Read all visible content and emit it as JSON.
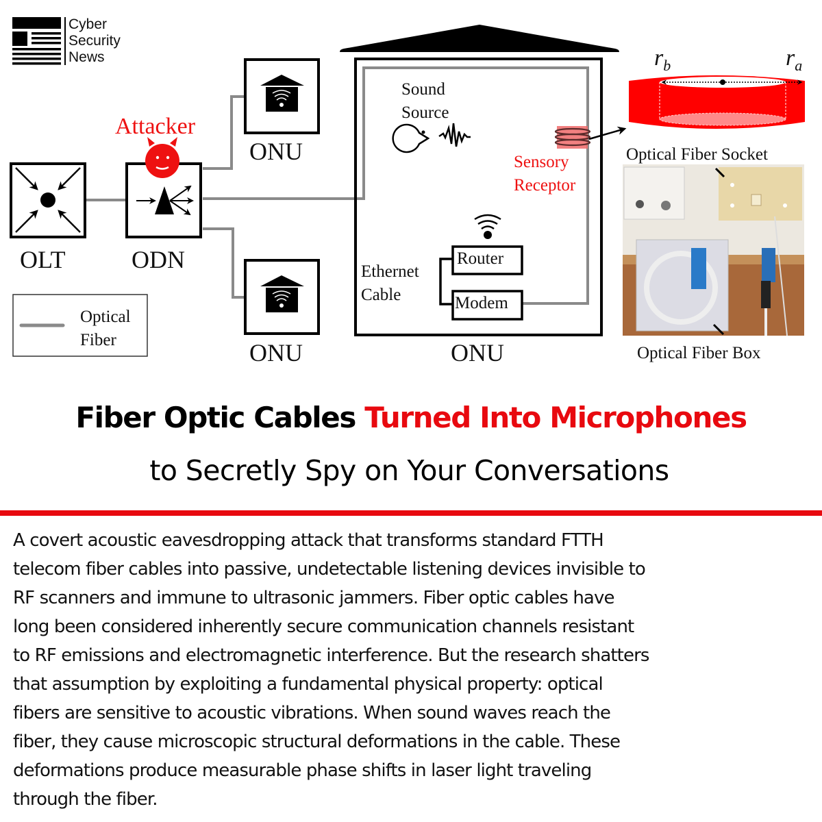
{
  "brand": {
    "name_lines": [
      "Cyber",
      "Security",
      "News"
    ]
  },
  "diagram": {
    "nodes": {
      "olt": "OLT",
      "odn": "ODN",
      "onu_top": "ONU",
      "onu_bottom": "ONU",
      "onu_house": "ONU"
    },
    "attacker_label": "Attacker",
    "sound_source_lines": [
      "Sound",
      "Source"
    ],
    "sensory_receptor_lines": [
      "Sensory",
      "Receptor"
    ],
    "ethernet_cable_lines": [
      "Ethernet",
      "Cable"
    ],
    "router_label": "Router",
    "modem_label": "Modem",
    "legend": {
      "lines": [
        "Optical",
        "Fiber"
      ]
    },
    "coil_labels": {
      "r_b": "r",
      "r_b_sub": "b",
      "r_a": "r",
      "r_a_sub": "a"
    },
    "photo_labels": {
      "socket": "Optical Fiber Socket",
      "box": "Optical Fiber Box"
    },
    "colors": {
      "fiber": "#8a8a8a",
      "attacker_red": "#ee1111",
      "coil_red": "#ff0000",
      "stroke": "#000000"
    }
  },
  "headline": {
    "part1": "Fiber Optic Cables ",
    "part2_red": "Turned Into Microphones",
    "subtitle": "to Secretly Spy on Your Conversations"
  },
  "article": {
    "lines": [
      "A covert acoustic eavesdropping attack that transforms standard FTTH",
      "telecom fiber cables into passive, undetectable listening devices invisible to",
      "RF scanners and immune to ultrasonic jammers. Fiber optic cables have",
      "long been considered inherently secure communication channels  resistant",
      "to RF emissions and electromagnetic interference. But the research shatters",
      "that assumption by exploiting a fundamental physical property: optical",
      "fibers are sensitive to acoustic vibrations. When sound waves reach the",
      "fiber, they cause microscopic structural deformations in the cable. These",
      "deformations produce measurable phase shifts in laser light traveling",
      "through the fiber."
    ]
  },
  "colors": {
    "accent_red": "#e8090f",
    "text": "#111111",
    "background": "#ffffff"
  }
}
